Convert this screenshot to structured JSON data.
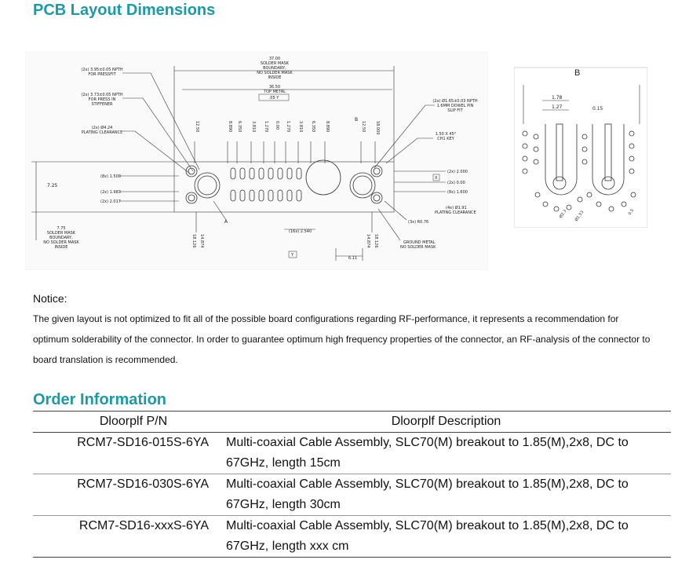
{
  "header": {
    "title": "PCB Layout Dimensions"
  },
  "drawing": {
    "top_dims": [
      "37.00",
      "SOLDER MASK",
      "BOUNDARY,",
      "NO SOLDER MASK",
      "INSIDE"
    ],
    "top_metal": [
      "36.50",
      "TOP METAL"
    ],
    "flatness": ".05 Y",
    "left_callouts": [
      [
        "(2x) 3.95±0.05 NPTH",
        "FOR PRESSFIT"
      ],
      [
        "(2x) 3.73±0.05 NPTH",
        "FOR PRESS IN",
        "STIFFENER"
      ],
      [
        "(2x) Ø4.24",
        "PLATING CLEARANCE"
      ]
    ],
    "right_callouts": [
      [
        "(2x) Ø1.65±0.03 NPTH",
        "1.6MM DOWEL PIN",
        "SLIP FIT"
      ],
      [
        "1.50 X 45°",
        "CH1 KEY"
      ]
    ],
    "col_dims": [
      "12.50",
      "8.890",
      "6.350",
      "3.810",
      "1.270",
      "0.00",
      "1.270",
      "3.810",
      "6.350",
      "8.890",
      "12.50",
      "18.000"
    ],
    "row_dims_left": [
      "(8x) 1.500",
      "(2x) 1.983",
      "(2x) 2.017"
    ],
    "row_dims_right": [
      "(2x) 2.000",
      "(2x) 0.00",
      "(8x) 1.600",
      "(4x) Ø1.91",
      "PLATING CLEARANCE"
    ],
    "height_dim": "7.25",
    "left_bottom": [
      "7.75",
      "SOLDER MASK",
      "BOUNDARY,",
      "NO SOLDER MASK",
      "INSIDE"
    ],
    "bottom_dims": [
      "18.126",
      "14.874",
      "(16x) 2.540",
      "14.874",
      "18.126"
    ],
    "label_a": "A",
    "label_b": "B",
    "radius": "(3x) R0.76",
    "ground": [
      "GROUND METAL",
      "NO SOLDER MASK"
    ],
    "pitch": "6.11",
    "datum_x": "X",
    "datum_y": "Y"
  },
  "detail": {
    "label": "B",
    "dim1": "1.78",
    "dim2": "1.27",
    "dim3": "0.15",
    "dia1": "Ø2.3",
    "dia2": "Ø1.53",
    "dia3": "0.5"
  },
  "notice": {
    "heading": "Notice:",
    "body": "The given layout is not optimized to fit all of the possible board configurations regarding RF-performance, it represents a recommendation for optimum solderability of the connector. In order to guarantee optimum high frequency properties of the connector, an RF-analysis of the connector to board translation is recommended."
  },
  "order": {
    "title": "Order Information",
    "headers": [
      "Dloorplf P/N",
      "Dloorplf Description"
    ],
    "rows": [
      {
        "pn": "RCM7-SD16-015S-6YA",
        "desc": "Multi-coaxial Cable Assembly, SLC70(M) breakout to 1.85(M),2x8, DC to 67GHz, length 15cm"
      },
      {
        "pn": "RCM7-SD16-030S-6YA",
        "desc": "Multi-coaxial Cable Assembly, SLC70(M) breakout to 1.85(M),2x8, DC to 67GHz, length 30cm"
      },
      {
        "pn": "RCM7-SD16-xxxS-6YA",
        "desc": "Multi-coaxial Cable Assembly, SLC70(M) breakout to 1.85(M),2x8, DC to 67GHz, length xxx cm"
      }
    ]
  }
}
